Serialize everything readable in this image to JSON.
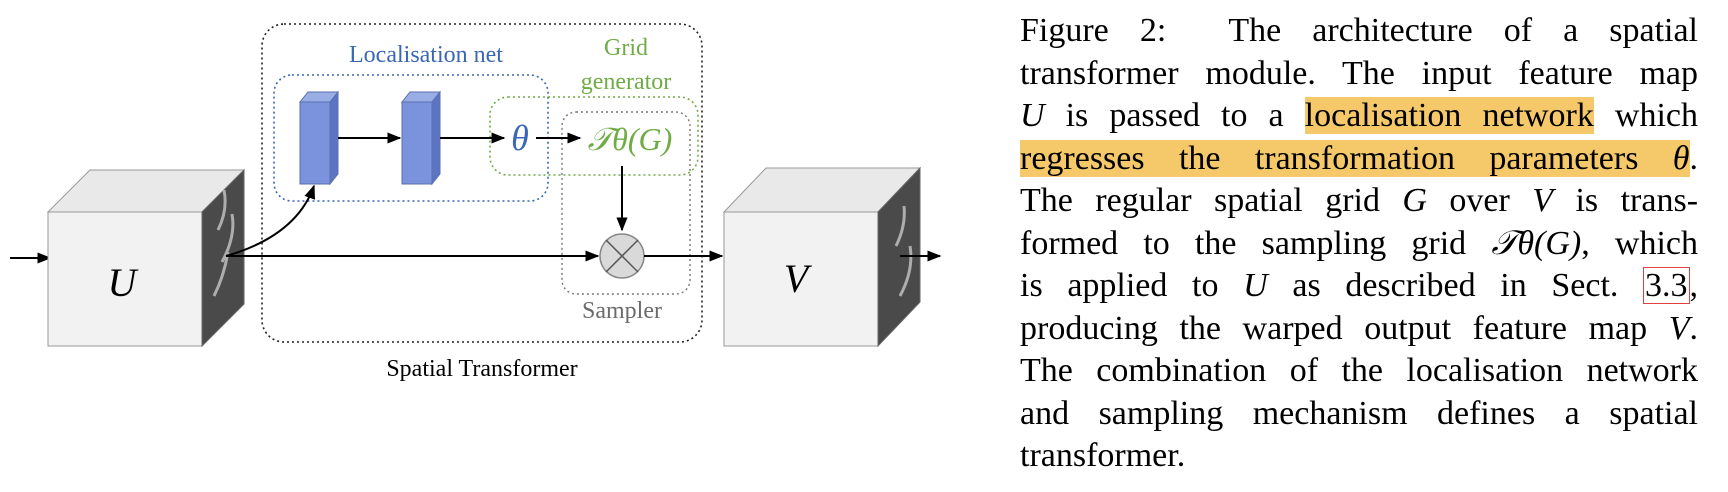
{
  "diagram": {
    "localisation_net_label": "Localisation net",
    "grid_generator_label_line1": "Grid",
    "grid_generator_label_line2": "generator",
    "theta_symbol": "θ",
    "transform_label": "𝒯θ(G)",
    "sampler_label": "Sampler",
    "input_map_label": "U",
    "output_map_label": "V",
    "module_label": "Spatial Transformer",
    "colors": {
      "localisation": "#3a67b4",
      "grid_generator": "#6fac46",
      "sampler": "#6b6b6b",
      "layer_block": "#7b93dd",
      "cube_face": "#f2f2f2"
    }
  },
  "caption": {
    "figure_label": "Figure 2:",
    "lines": [
      "The architecture of a spatial",
      "transformer module. The input feature map",
      "is passed to a",
      "localisation network",
      "which",
      "regresses the transformation parameters",
      "The regular spatial grid",
      "over",
      "is trans-",
      "formed to the sampling grid",
      ", which",
      "is applied to",
      "as described in Sect.",
      "3.3",
      "producing the warped output feature map",
      "The combination of the localisation network",
      "and sampling mechanism defines a spatial",
      "transformer."
    ],
    "sym_U": "U",
    "sym_V": "V",
    "sym_G": "G",
    "sym_theta": "θ",
    "sym_T": "𝒯θ(G)",
    "highlight_color": "#f5c96a"
  }
}
